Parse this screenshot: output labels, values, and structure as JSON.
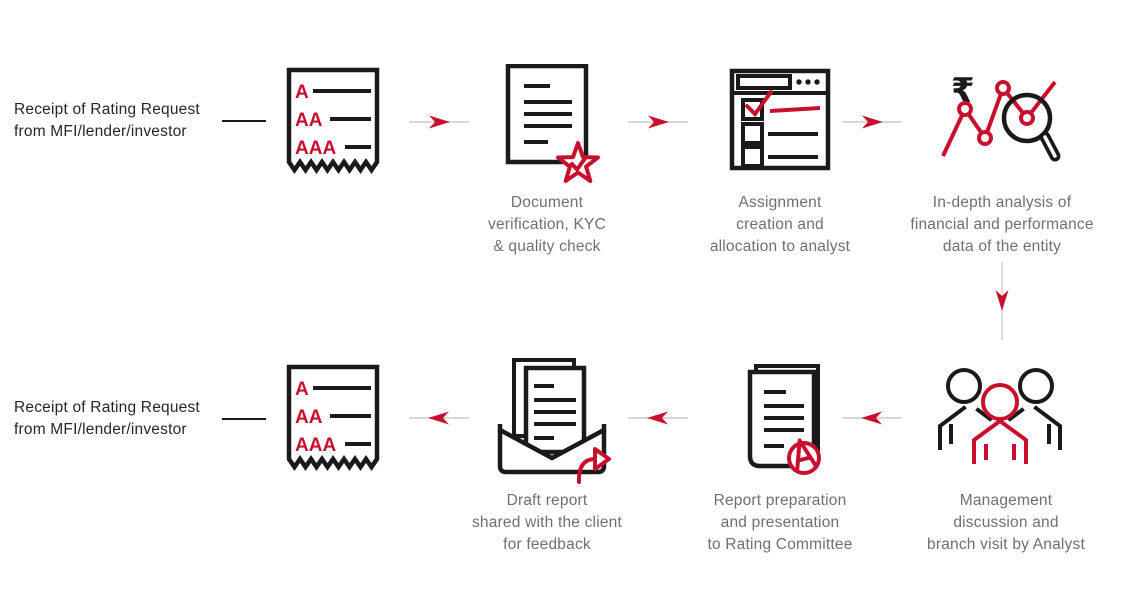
{
  "palette": {
    "accent_red": "#C8102E",
    "icon_ink": "#1a1a1a",
    "caption_gray": "#6f6f6f",
    "label_dark": "#262626",
    "connector_gray": "#cccccc"
  },
  "labels": {
    "start": [
      "Receipt of Rating Request",
      "from MFI/lender/investor"
    ],
    "end": [
      "Receipt of Rating Request",
      "from MFI/lender/investor"
    ]
  },
  "receipt": {
    "ratings": [
      "A",
      "AA",
      "AAA"
    ]
  },
  "chart_icon": {
    "currency_symbol": "₹"
  },
  "report_icon": {
    "grade_mark": "A"
  },
  "steps": {
    "verification": [
      "Document",
      "verification, KYC",
      "& quality check"
    ],
    "assignment": [
      "Assignment",
      "creation and",
      "allocation to analyst"
    ],
    "analysis": [
      "In-depth analysis of",
      "financial and performance",
      "data of the entity"
    ],
    "management": [
      "Management",
      "discussion and",
      "branch visit by Analyst"
    ],
    "report": [
      "Report preparation",
      "and presentation",
      "to Rating Committee"
    ],
    "draft": [
      "Draft report",
      "shared with the client",
      "for feedback"
    ]
  }
}
